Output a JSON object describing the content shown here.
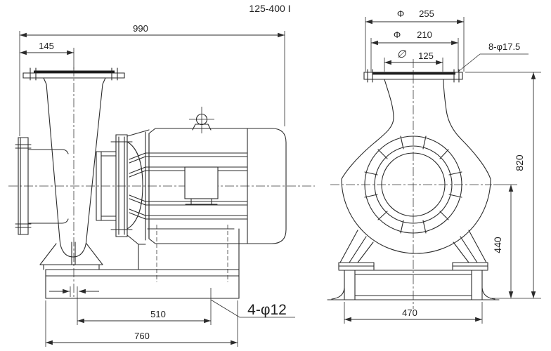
{
  "title": "125-400 I",
  "colors": {
    "line": "#2b2b2b",
    "text": "#1f1f1f",
    "background": "#ffffff"
  },
  "left_view": {
    "dim_overall_length": "990",
    "dim_suction_to_axis": "145",
    "dim_bolt_span": "510",
    "dim_base_length": "760",
    "label_base_holes": "4-φ12"
  },
  "right_view": {
    "flange_od": {
      "symbol": "Φ",
      "value": "255"
    },
    "flange_bolt_circle": {
      "symbol": "Φ",
      "value": "210"
    },
    "flange_bore": {
      "symbol": "∅",
      "value": "125"
    },
    "label_flange_holes": "8-φ17.5",
    "dim_total_height": "820",
    "dim_axis_height": "440",
    "dim_base_width": "470"
  }
}
